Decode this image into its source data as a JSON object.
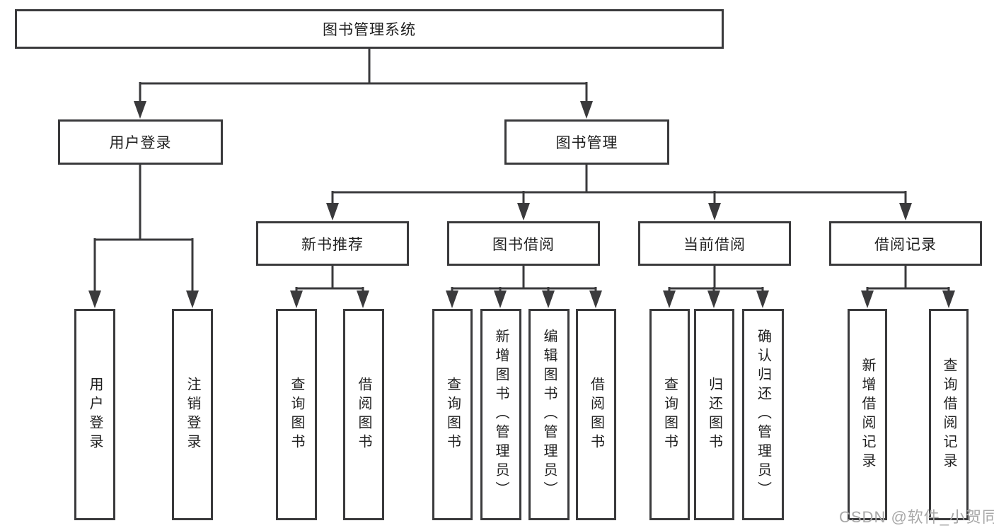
{
  "colors": {
    "line": "#3a3a3c",
    "box_border": "#3a3a3c",
    "text": "#1f1f1f",
    "watermark": "#a8a8a8",
    "background": "#ffffff"
  },
  "tree": {
    "label": "图书管理系统",
    "children": [
      {
        "label": "用户登录",
        "children": [
          {
            "label": "用户登录"
          },
          {
            "label": "注销登录"
          }
        ]
      },
      {
        "label": "图书管理",
        "children": [
          {
            "label": "新书推荐",
            "children": [
              {
                "label": "查询图书"
              },
              {
                "label": "借阅图书"
              }
            ]
          },
          {
            "label": "图书借阅",
            "children": [
              {
                "label": "查询图书"
              },
              {
                "label": "新增图书（管理员）"
              },
              {
                "label": "编辑图书（管理员）"
              },
              {
                "label": "借阅图书"
              }
            ]
          },
          {
            "label": "当前借阅",
            "children": [
              {
                "label": "查询图书"
              },
              {
                "label": "归还图书"
              },
              {
                "label": "确认归还（管理员）"
              }
            ]
          },
          {
            "label": "借阅记录",
            "children": [
              {
                "label": "新增借阅记录"
              },
              {
                "label": "查询借阅记录"
              }
            ]
          }
        ]
      }
    ]
  },
  "watermark": {
    "text": "CSDN @软件_小贺同学"
  }
}
